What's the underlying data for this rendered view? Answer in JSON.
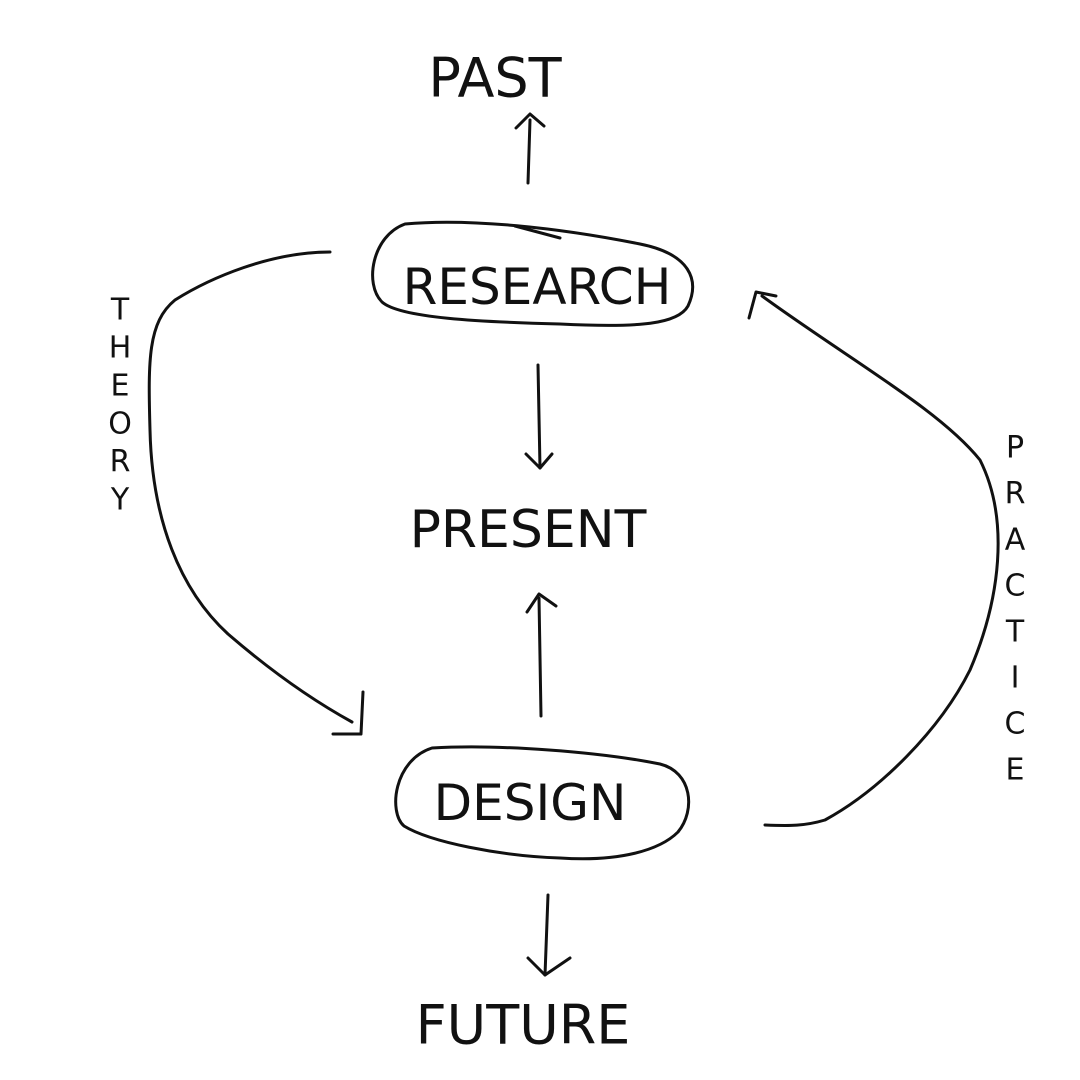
{
  "ink_color": "#111111",
  "labels": {
    "past": "PAST",
    "research": "RESEARCH",
    "present": "PRESENT",
    "design": "DESIGN",
    "future": "FUTURE"
  },
  "side_labels": {
    "theory": [
      "T",
      "H",
      "E",
      "O",
      "R",
      "Y"
    ],
    "practice": [
      "P",
      "R",
      "A",
      "C",
      "T",
      "I",
      "C",
      "E"
    ]
  }
}
